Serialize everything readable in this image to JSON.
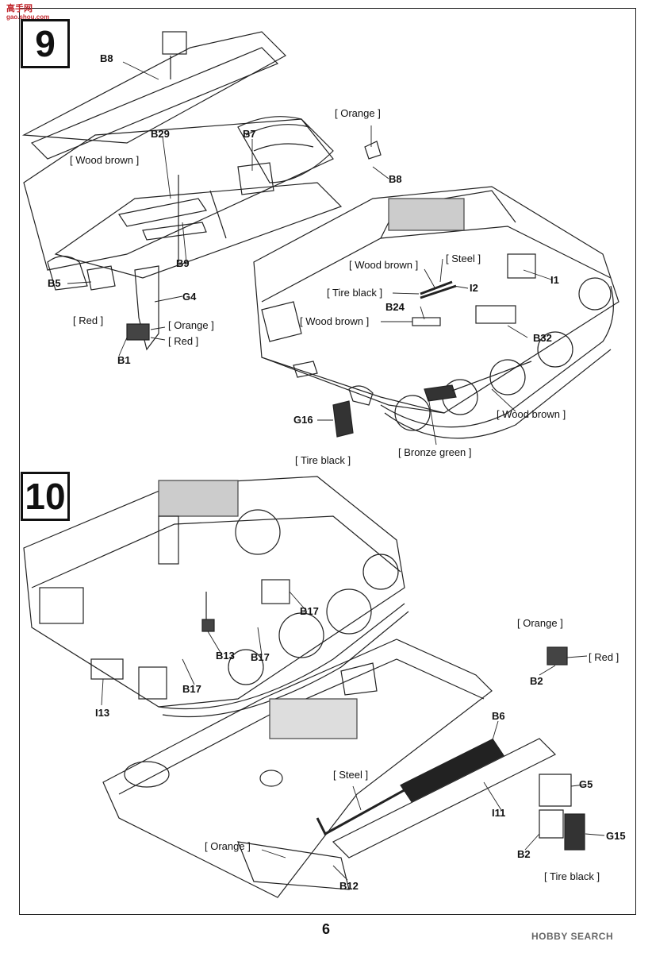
{
  "watermark_top": {
    "main": "高手网",
    "sub": "gao.shou.com"
  },
  "watermark_bottom": "HOBBY SEARCH",
  "page_number": "6",
  "steps": [
    {
      "number": "9",
      "parts": [
        "B8",
        "B29",
        "B7",
        "B8",
        "B9",
        "B5",
        "G4",
        "B1",
        "I2",
        "I1",
        "B24",
        "B32",
        "G16"
      ],
      "colors": [
        "[ Orange ]",
        "[ Wood brown ]",
        "[ Red ]",
        "[ Orange ]",
        "[ Red ]",
        "[ Wood brown ]",
        "[ Steel ]",
        "[ Tire black ]",
        "[ Wood brown ]",
        "[ Wood brown ]",
        "[ Tire black ]",
        "[ Bronze green ]"
      ]
    },
    {
      "number": "10",
      "parts": [
        "B17",
        "B13",
        "B17",
        "B17",
        "I13",
        "B2",
        "B6",
        "G5",
        "I11",
        "G15",
        "B2",
        "B12"
      ],
      "colors": [
        "[ Orange ]",
        "[ Red ]",
        "[ Steel ]",
        "[ Orange ]",
        "[ Tire black ]"
      ]
    }
  ]
}
